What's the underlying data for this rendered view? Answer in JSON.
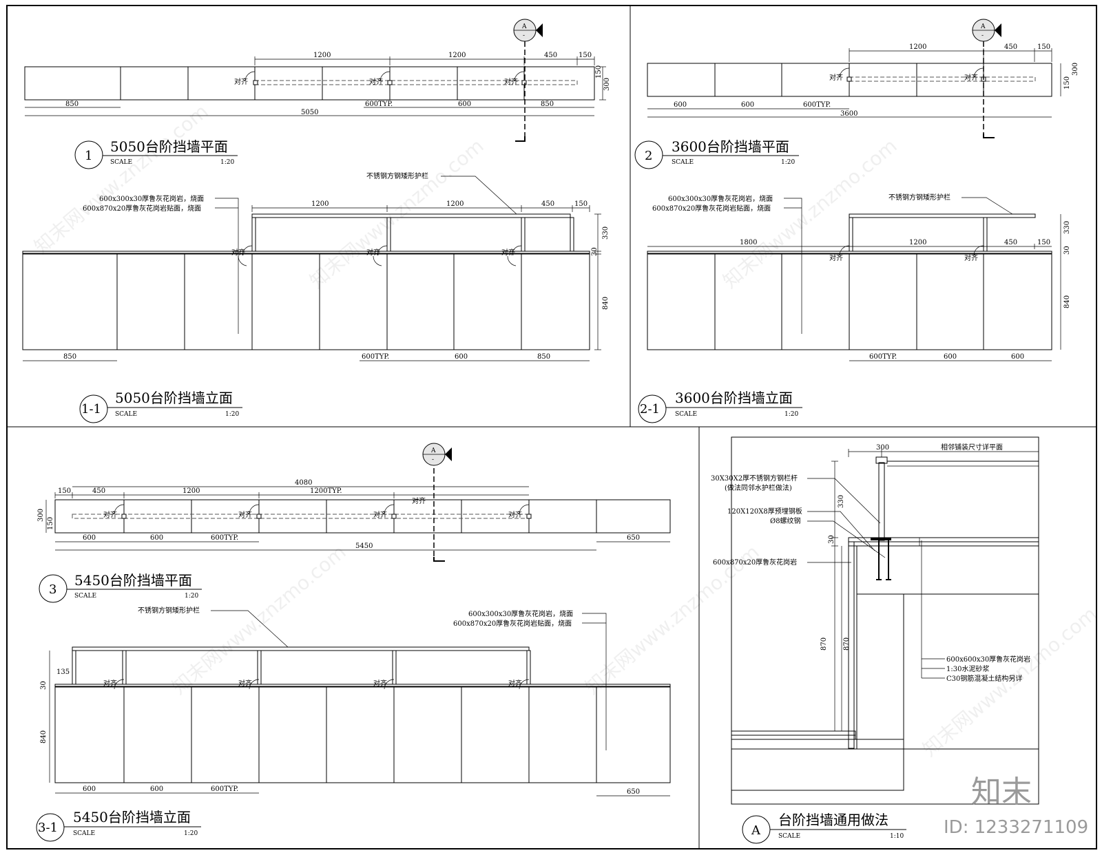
{
  "drawings": {
    "d1": {
      "num": "1",
      "title": "5050台阶挡墙平面",
      "scale_label": "SCALE",
      "scale": "1:20",
      "dims_top": [
        "1200",
        "1200",
        "450",
        "150"
      ],
      "dims_bottom": [
        "850",
        "600TYP.",
        "600",
        "850"
      ],
      "total": "5050",
      "side": [
        "150",
        "300"
      ]
    },
    "d11": {
      "num": "1-1",
      "title": "5050台阶挡墙立面",
      "scale_label": "SCALE",
      "scale": "1:20",
      "dims_top": [
        "1200",
        "1200",
        "450",
        "150"
      ],
      "dims_bottom": [
        "850",
        "600TYP.",
        "600",
        "850"
      ],
      "side": [
        "330",
        "30",
        "840"
      ],
      "notes": [
        "不锈钢方钢矮形护栏",
        "600x300x30厚鲁灰花岗岩，烧面",
        "600x870x20厚鲁灰花岗岩贴面，烧面"
      ]
    },
    "d2": {
      "num": "2",
      "title": "3600台阶挡墙平面",
      "scale_label": "SCALE",
      "scale": "1:20",
      "dims_top": [
        "1200",
        "450",
        "150"
      ],
      "dims_bottom": [
        "600",
        "600",
        "600TYP."
      ],
      "total": "3600",
      "side": [
        "150",
        "300"
      ]
    },
    "d21": {
      "num": "2-1",
      "title": "3600台阶挡墙立面",
      "scale_label": "SCALE",
      "scale": "1:20",
      "dims_top": [
        "1800",
        "1200",
        "450",
        "150"
      ],
      "dims_bottom": [
        "600TYP.",
        "600",
        "600"
      ],
      "side": [
        "330",
        "30",
        "840"
      ],
      "notes": [
        "不锈钢方钢矮形护栏",
        "600x300x30厚鲁灰花岗岩，烧面",
        "600x870x20厚鲁灰花岗岩贴面，烧面"
      ]
    },
    "d3": {
      "num": "3",
      "title": "5450台阶挡墙平面",
      "scale_label": "SCALE",
      "scale": "1:20",
      "dims_top": [
        "150",
        "450",
        "1200",
        "1200TYP."
      ],
      "total_top": "4080",
      "dims_bottom": [
        "600",
        "600",
        "600TYP.",
        "650"
      ],
      "total": "5450",
      "side": [
        "300",
        "150"
      ]
    },
    "d31": {
      "num": "3-1",
      "title": "5450台阶挡墙立面",
      "scale_label": "SCALE",
      "scale": "1:20",
      "dims_bottom": [
        "600",
        "600",
        "600TYP.",
        "650"
      ],
      "side": [
        "135",
        "30",
        "840"
      ],
      "notes": [
        "不锈钢方钢矮形护栏",
        "600x300x30厚鲁灰花岗岩，烧面",
        "600x870x20厚鲁灰花岗岩贴面，烧面"
      ]
    },
    "dA": {
      "num": "A",
      "title": "台阶挡墙通用做法",
      "scale_label": "SCALE",
      "scale": "1:10",
      "top_dim": "300",
      "top_note": "相邻铺装尺寸详平面",
      "side_dims": [
        "330",
        "30",
        "870",
        "870"
      ],
      "notes_left": [
        "30X30X2厚不锈钢方钢栏杆",
        "(做法同邻水护栏做法)",
        "120X120X8厚预埋钢板",
        "Ø8螺纹钢",
        "600x870x20厚鲁灰花岗岩"
      ],
      "notes_right": [
        "600x600x30厚鲁灰花岗岩",
        "1:30水泥砂浆",
        "C30钢筋混凝土结构另详"
      ]
    }
  },
  "common": {
    "align": "对齐",
    "section_mark": "A",
    "section_sub": "-"
  },
  "watermark": {
    "text": "知末网www.znzmo.com",
    "logo": "知末",
    "id": "ID: 1233271109"
  }
}
